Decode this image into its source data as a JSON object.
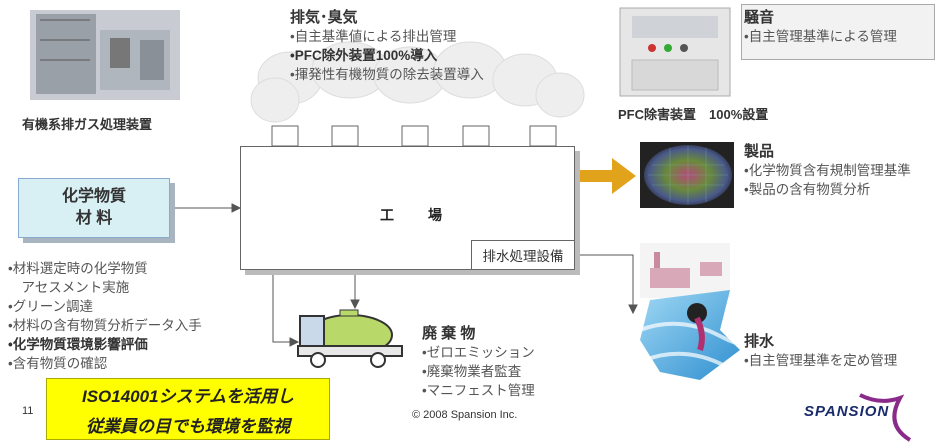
{
  "equipment_label": "有機系排ガス処理装置",
  "exhaust": {
    "title": "排気･臭気",
    "items": [
      "•自主基準値による排出管理",
      "•PFC除外装置100%導入",
      "•揮発性有機物質の除去装置導入"
    ]
  },
  "noise": {
    "title": "騒音",
    "items": [
      "•自主管理基準による管理"
    ]
  },
  "pfc_label": "PFC除害装置　100%設置",
  "factory": {
    "label": "工　場",
    "drain": "排水処理設備"
  },
  "chemicals": {
    "line1": "化学物質",
    "line2": "材  料",
    "items": [
      "•材料選定時の化学物質",
      "　アセスメント実施",
      "•グリーン調達",
      "•材料の含有物質分析データ入手",
      "•化学物質環境影響評価",
      "•含有物質の確認"
    ]
  },
  "product": {
    "title": "製品",
    "items": [
      "•化学物質含有規制管理基準",
      "•製品の含有物質分析"
    ]
  },
  "waste": {
    "title": "廃 棄 物",
    "items": [
      "•ゼロエミッション",
      "•廃棄物業者監査",
      "•マニフェスト管理"
    ]
  },
  "water": {
    "title": "排水",
    "items": [
      "•自主管理基準を定め管理"
    ]
  },
  "iso": {
    "line1": "ISO14001システムを活用し",
    "line2": "従業員の目でも環境を監視"
  },
  "page_number": "11",
  "copyright": "© 2008 Spansion Inc.",
  "logo_text": "SPANSION"
}
